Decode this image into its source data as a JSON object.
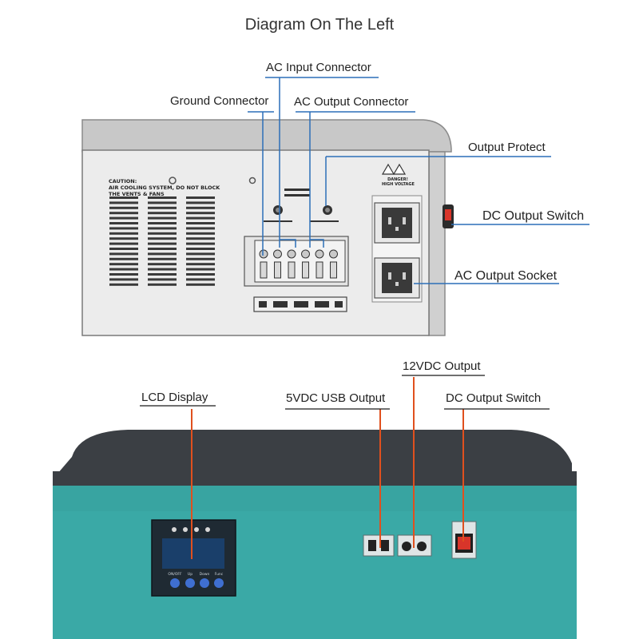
{
  "title": "Diagram On The Left",
  "back_panel": {
    "labels": {
      "ac_input": "AC Input Connector",
      "ground": "Ground Connector",
      "ac_output": "AC Output Connector",
      "output_protect": "Output Protect",
      "dc_switch": "DC Output Switch",
      "ac_socket": "AC Output Socket"
    },
    "caution_text": [
      "CAUTION:",
      "AIR COOLING SYSTEM, DO NOT BLOCK",
      "THE VENTS & FANS"
    ],
    "danger_text": [
      "DANGER!",
      "HIGH VOLTAGE"
    ]
  },
  "front_panel": {
    "labels": {
      "lcd": "LCD Display",
      "usb": "5VDC USB Output",
      "dc12": "12VDC Output",
      "dc_switch": "DC Output Switch"
    },
    "button_labels": [
      "ON/OFF",
      "Up",
      "Down",
      "Func"
    ]
  },
  "colors": {
    "panel_gray": "#d9d9d9",
    "case_teal": "#3aa9a6",
    "lid_dark": "#3b3f44",
    "leader_blue": "#2c6fb8",
    "leader_red": "#e0501e"
  }
}
